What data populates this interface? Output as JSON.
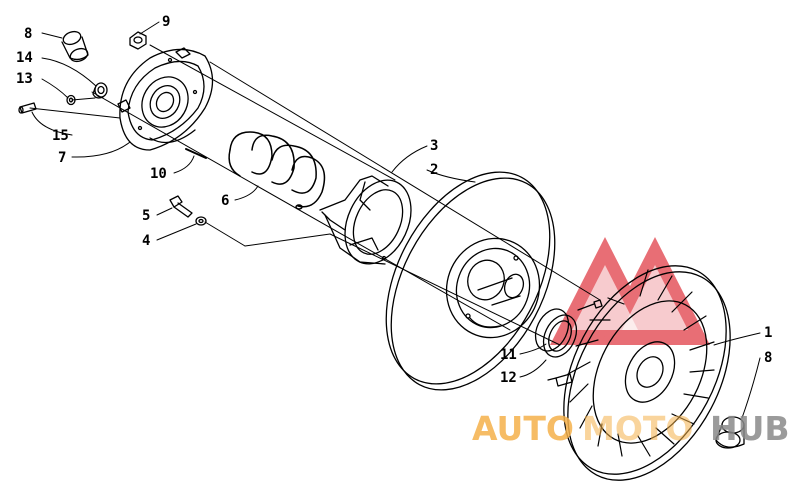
{
  "diagram": {
    "part_labels": {
      "p1": "1",
      "p2": "2",
      "p3": "3",
      "p4": "4",
      "p5": "5",
      "p6": "6",
      "p7": "7",
      "p8a": "8",
      "p8b": "8",
      "p9": "9",
      "p10": "10",
      "p11": "11",
      "p12": "12",
      "p13": "13",
      "p14": "14",
      "p15": "15"
    }
  },
  "watermark": {
    "word_auto": "AUTO",
    "word_moto": "MOTO",
    "word_hub": "HUB",
    "colors": {
      "red": "#e5555d",
      "orange": "#f4b04a",
      "gray": "#8a8a8a"
    }
  }
}
